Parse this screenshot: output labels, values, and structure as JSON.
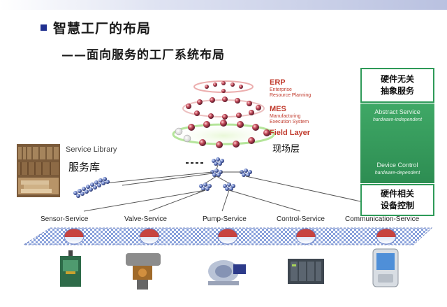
{
  "header": {
    "title": "智慧工厂的布局",
    "subtitle": "——面向服务的工厂系统布局"
  },
  "pyramid": {
    "erp_label": "ERP",
    "erp_desc_line1": "Enterprise",
    "erp_desc_line2": "Resource Planning",
    "mes_label": "MES",
    "mes_desc_line1": "Manufacturing",
    "mes_desc_line2": "Execution System",
    "field_label": "Field Layer",
    "field_cn": "现场层"
  },
  "library": {
    "label_en": "Service Library",
    "label_cn": "服务库"
  },
  "services": [
    "Sensor-Service",
    "Valve-Service",
    "Pump-Service",
    "Control-Service",
    "Communication-Service"
  ],
  "right_panel": {
    "top_box_line1": "硬件无关",
    "top_box_line2": "抽象服务",
    "abstract_service": "Abstract Service",
    "hardware_independent": "hardware-independent",
    "device_control": "Device Control",
    "hardware_dependent": "hardware-dependent",
    "bottom_box_line1": "硬件相关",
    "bottom_box_line2": "设备控制"
  },
  "devices": [
    "sensor-device",
    "valve-device",
    "pump-device",
    "plc-controller",
    "pda-device"
  ],
  "colors": {
    "accent": "#1f2f8f",
    "erp_red": "#c0392b",
    "panel_green": "#2e9a58",
    "network_blue": "#4f6fb8"
  }
}
